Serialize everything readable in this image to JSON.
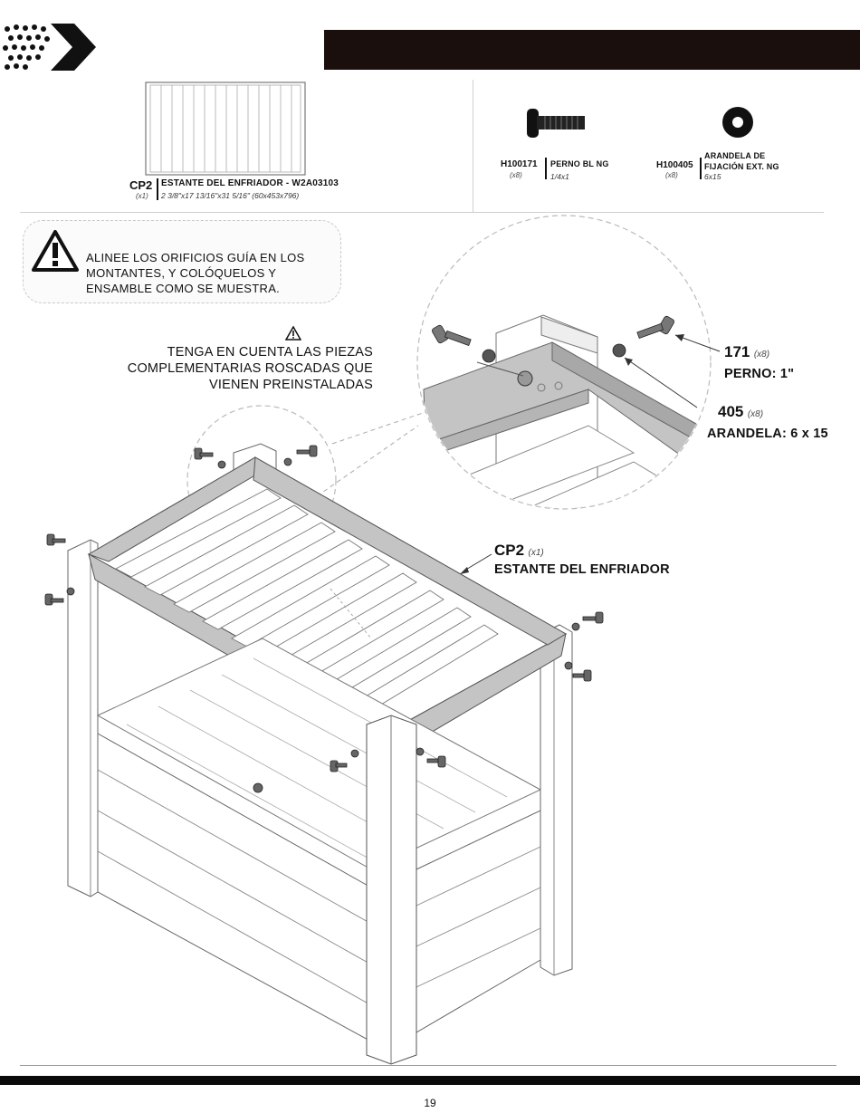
{
  "parts": {
    "shelf": {
      "code": "CP2",
      "qty": "(x1)",
      "name": "ESTANTE DEL ENFRIADOR - W2A03103",
      "dimensions": "2 3/8\"x17 13/16\"x31 5/16\" (60x453x796)"
    },
    "bolt": {
      "code": "H100171",
      "qty": "(x8)",
      "name": "PERNO BL NG",
      "size": "1/4x1"
    },
    "washer": {
      "code": "H100405",
      "qty": "(x8)",
      "name_line1": "ARANDELA DE",
      "name_line2": "FIJACIÓN EXT. NG",
      "size": "6x15"
    }
  },
  "warning": {
    "line1": "ALINEE LOS ORIFICIOS GUÍA EN LOS",
    "line2": "MONTANTES, Y COLÓQUELOS Y",
    "line3": "ENSAMBLE COMO SE MUESTRA."
  },
  "note": {
    "line1": "TENGA EN CUENTA LAS PIEZAS",
    "line2": "COMPLEMENTARIAS ROSCADAS QUE",
    "line3": "VIENEN PREINSTALADAS"
  },
  "callouts": {
    "bolt": {
      "num": "171",
      "qty": "(x8)",
      "label": "PERNO: 1\""
    },
    "washer": {
      "num": "405",
      "qty": "(x8)",
      "label": "ARANDELA: 6 x 15"
    },
    "shelf": {
      "num": "CP2",
      "qty": "(x1)",
      "label": "ESTANTE DEL ENFRIADOR"
    }
  },
  "footer": {
    "page_number": "19"
  },
  "colors": {
    "header_bar": "#1a0f0c",
    "shelf_shade": "#c4c4c4",
    "line_art": "#555555"
  }
}
